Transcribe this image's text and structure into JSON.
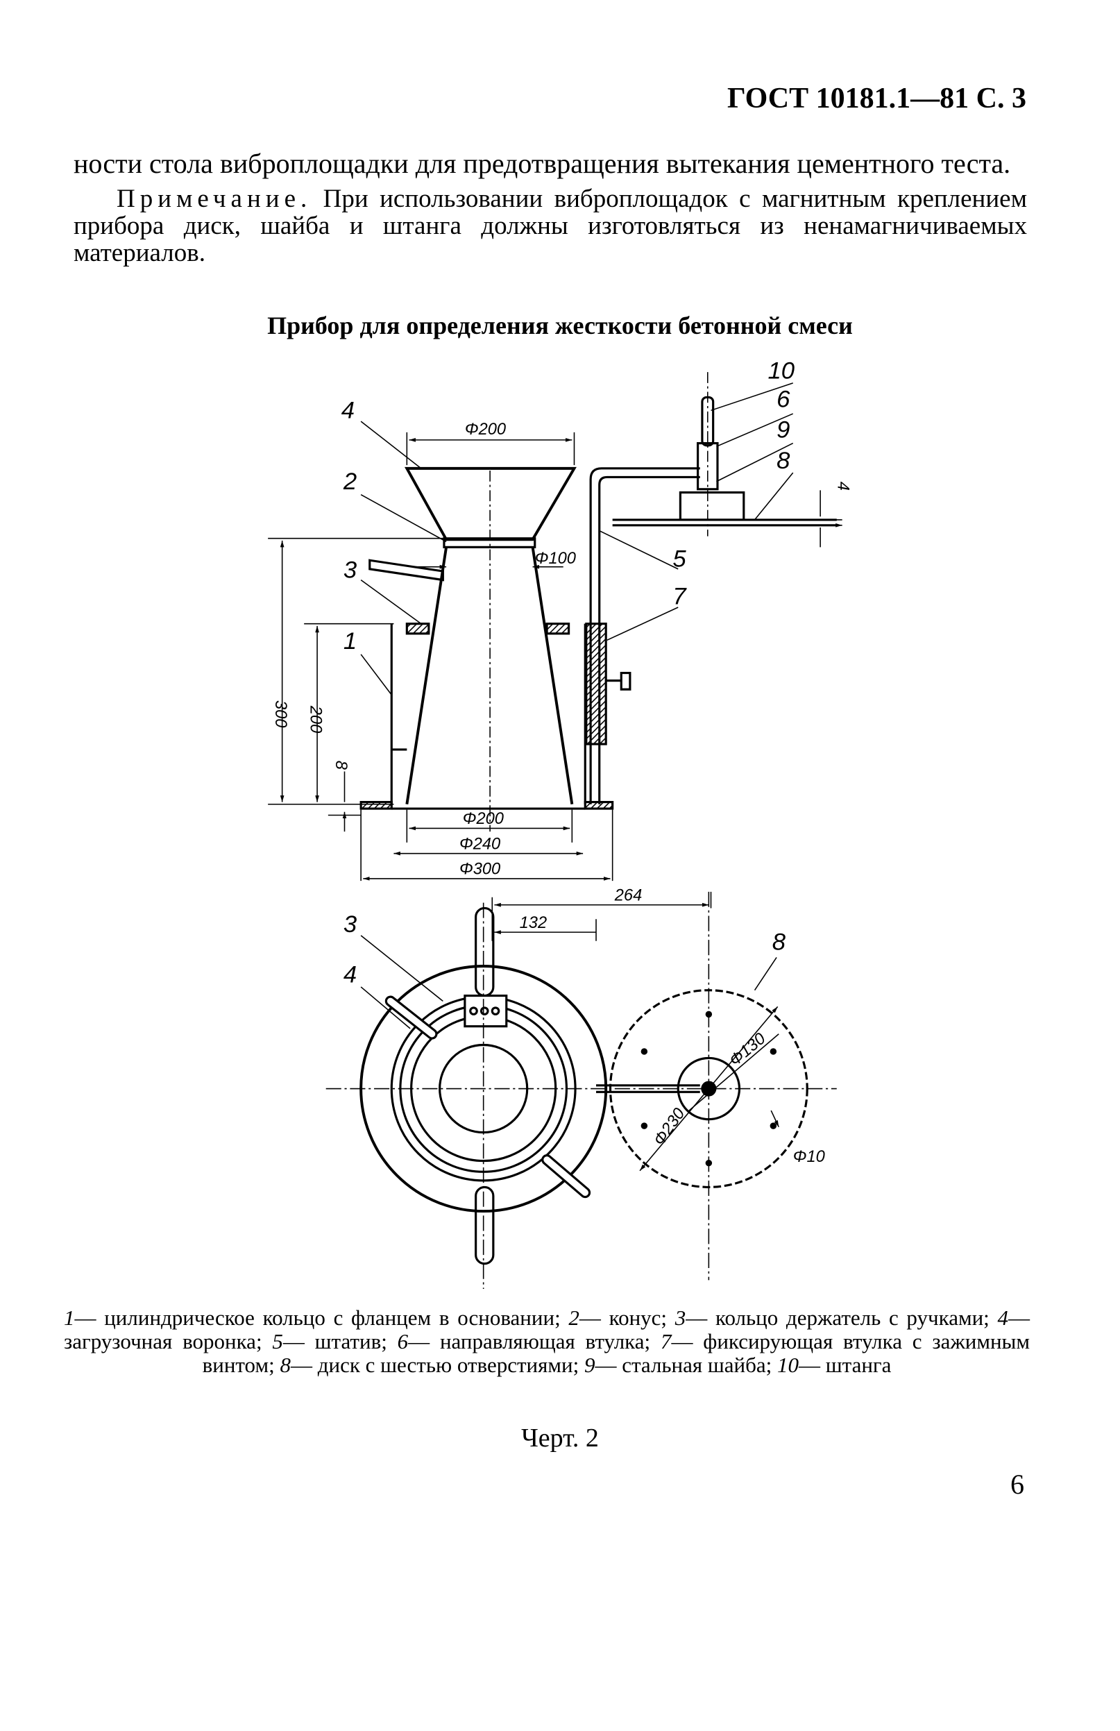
{
  "header": {
    "doc_ref": "ГОСТ 10181.1—81 С. 3"
  },
  "body": {
    "paragraph_1": "ности стола виброплощадки для предотвращения вытекания цементного теста.",
    "note_label": "Примечание.",
    "note_text": "При использовании виброплощадок с магнитным креплением прибора диск, шайба и штанга должны изготовляться из ненамагничиваемых материалов."
  },
  "figure": {
    "title": "Прибор для определения жесткости бетонной смеси",
    "labels": {
      "l1": "1",
      "l2": "2",
      "l3": "3",
      "l4": "4",
      "l5": "5",
      "l6": "6",
      "l7": "7",
      "l8": "8",
      "l9": "9",
      "l10": "10",
      "l3b": "3",
      "l4b": "4",
      "l8b": "8"
    },
    "dimensions": {
      "d_top": "Φ200",
      "d_neck": "Φ100",
      "h300": "300",
      "h200": "200",
      "h8": "8",
      "t4": "4",
      "d_base200": "Φ200",
      "d240": "Φ240",
      "d300": "Φ300",
      "l264": "264",
      "l132": "132",
      "d130": "Φ130",
      "d230": "Φ230",
      "d10": "Φ10"
    },
    "legend": [
      {
        "num": "1",
        "text": "— цилиндрическое кольцо с фланцем в основании; "
      },
      {
        "num": "2",
        "text": "— конус; "
      },
      {
        "num": "3",
        "text": "— кольцо держатель с ручками; "
      },
      {
        "num": "4",
        "text": "— загрузочная воронка; "
      },
      {
        "num": "5",
        "text": "— штатив; "
      },
      {
        "num": "6",
        "text": "— направляющая втулка; "
      },
      {
        "num": "7",
        "text": "— фиксирующая втулка с зажимным винтом; "
      },
      {
        "num": "8",
        "text": "— диск с шестью отверстиями; "
      },
      {
        "num": "9",
        "text": "— стальная шайба; "
      },
      {
        "num": "10",
        "text": "— штанга"
      }
    ],
    "figure_number": "Черт. 2"
  },
  "page_number": "6"
}
